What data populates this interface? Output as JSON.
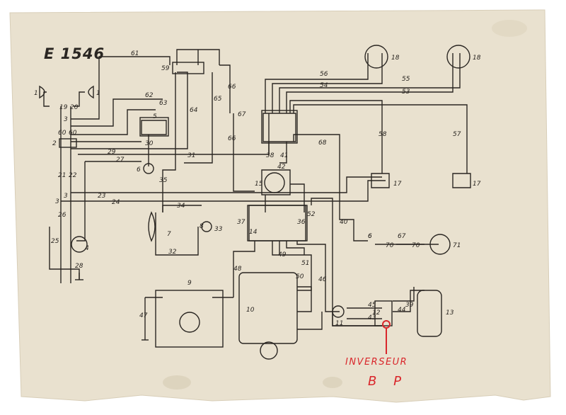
{
  "diagram_title": "E 1546",
  "annotation": {
    "line1": "INVERSEUR",
    "line2": "B P",
    "color": "#d9262b"
  },
  "paper_color": "#e9e1cf",
  "ink_color": "#2a2622",
  "wire_labels": [
    "61",
    "62",
    "63",
    "64",
    "65",
    "66",
    "67",
    "66",
    "56",
    "55",
    "54",
    "53",
    "58",
    "57",
    "68",
    "29",
    "31",
    "27",
    "30",
    "35",
    "36",
    "38",
    "41",
    "42",
    "21",
    "22",
    "23",
    "24",
    "34",
    "33",
    "37",
    "52",
    "40",
    "32",
    "48",
    "49",
    "51",
    "50",
    "46",
    "45",
    "44",
    "43",
    "39",
    "47",
    "25",
    "26",
    "28",
    "19",
    "20",
    "60",
    "60",
    "6",
    "67",
    "70",
    "70",
    "71"
  ],
  "component_labels": [
    "1",
    "1",
    "2",
    "3",
    "3",
    "3",
    "4",
    "5",
    "6",
    "6",
    "7",
    "8",
    "9",
    "10",
    "11",
    "12",
    "13",
    "14",
    "15",
    "17",
    "17",
    "18",
    "18",
    "59"
  ]
}
